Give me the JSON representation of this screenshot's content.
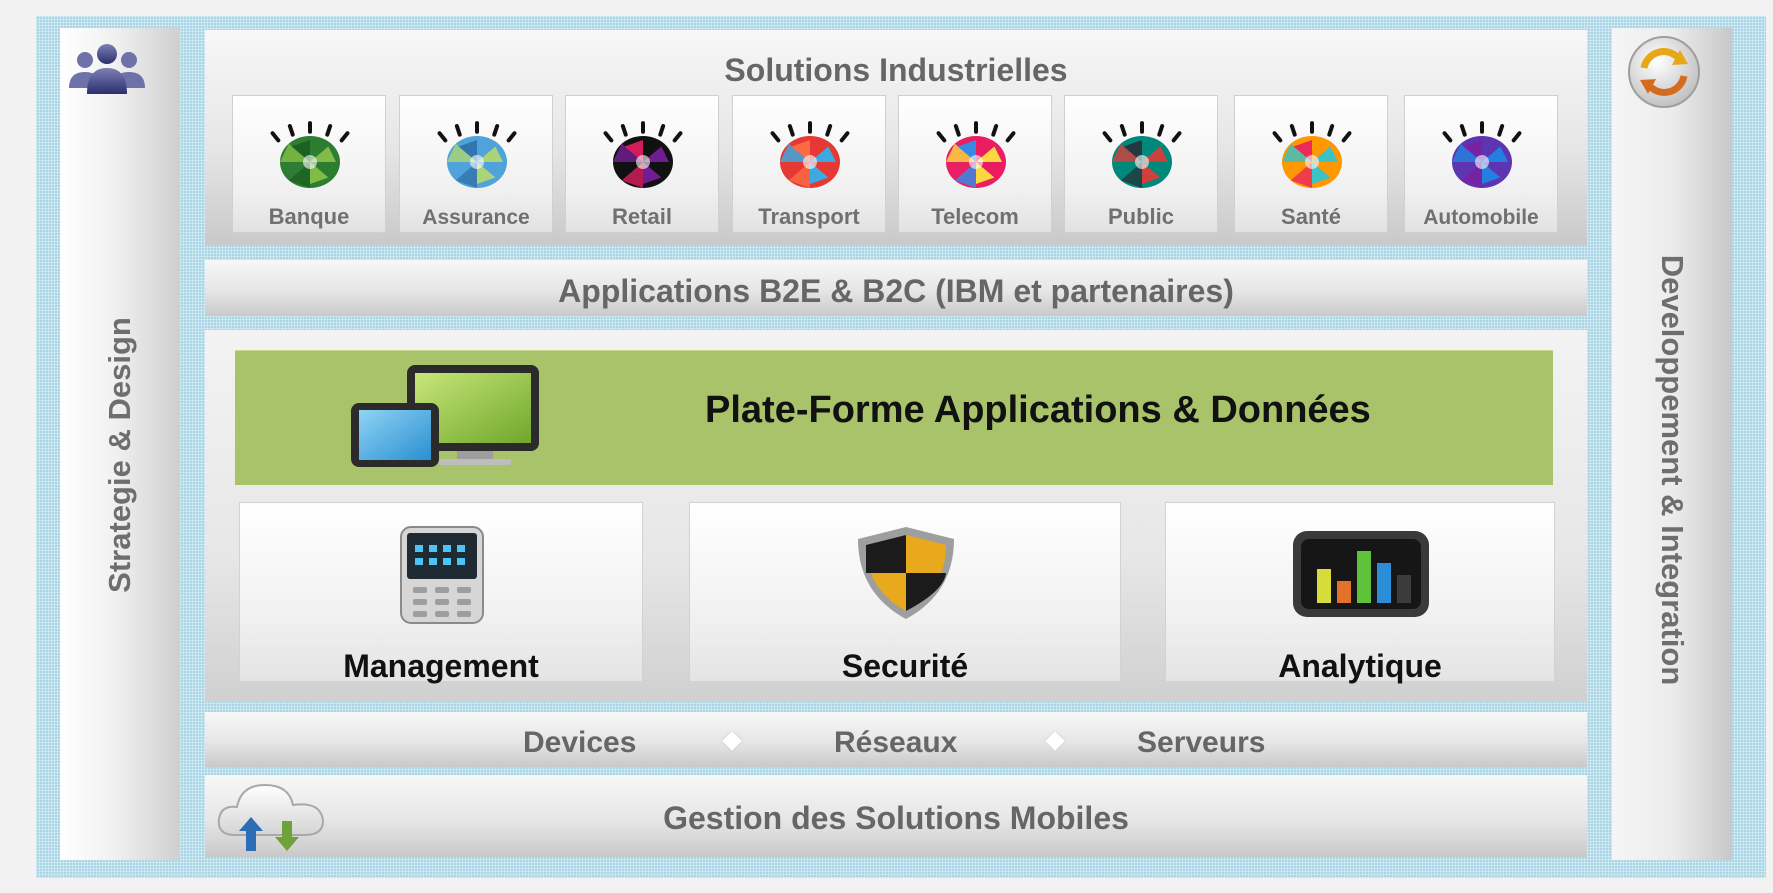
{
  "left_panel": {
    "label": "Strategie & Design",
    "icon": "people-icon"
  },
  "right_panel": {
    "label": "Developpement & Integration",
    "icon": "refresh-cycle-icon"
  },
  "industry": {
    "title": "Solutions Industrielles",
    "tiles": [
      {
        "label": "Banque",
        "icon": "banque-icon",
        "colors": [
          "#2e7d32",
          "#8bc34a",
          "#1b5e20"
        ]
      },
      {
        "label": "Assurance",
        "icon": "assurance-icon",
        "colors": [
          "#4fa3d9",
          "#b5d86b",
          "#2f6fa6"
        ]
      },
      {
        "label": "Retail",
        "icon": "retail-icon",
        "colors": [
          "#111111",
          "#7b1fa2",
          "#e91e63"
        ]
      },
      {
        "label": "Transport",
        "icon": "transport-icon",
        "colors": [
          "#e53935",
          "#29b6f6",
          "#ff7043"
        ]
      },
      {
        "label": "Telecom",
        "icon": "telecom-icon",
        "colors": [
          "#e91e63",
          "#ffeb3b",
          "#2196f3"
        ]
      },
      {
        "label": "Public",
        "icon": "public-icon",
        "colors": [
          "#00897b",
          "#e53935",
          "#263238"
        ]
      },
      {
        "label": "Santé",
        "icon": "sante-icon",
        "colors": [
          "#ff9800",
          "#26c6da",
          "#e91e63"
        ]
      },
      {
        "label": "Automobile",
        "icon": "automobile-icon",
        "colors": [
          "#5e35b1",
          "#1e88e5",
          "#7b1fa2"
        ]
      }
    ]
  },
  "apps": {
    "title": "Applications B2E & B2C (IBM et partenaires)"
  },
  "platform": {
    "title": "Plate-Forme Applications & Données",
    "icon": "devices-icon",
    "color": "#a9c36b"
  },
  "pillars": [
    {
      "label": "Management",
      "icon": "phone-icon"
    },
    {
      "label": "Securité",
      "icon": "shield-icon"
    },
    {
      "label": "Analytique",
      "icon": "bar-chart-icon"
    }
  ],
  "infrastructure": {
    "items": [
      "Devices",
      "Réseaux",
      "Serveurs"
    ]
  },
  "mobile": {
    "title": "Gestion des Solutions Mobiles",
    "icon": "cloud-sync-icon"
  }
}
